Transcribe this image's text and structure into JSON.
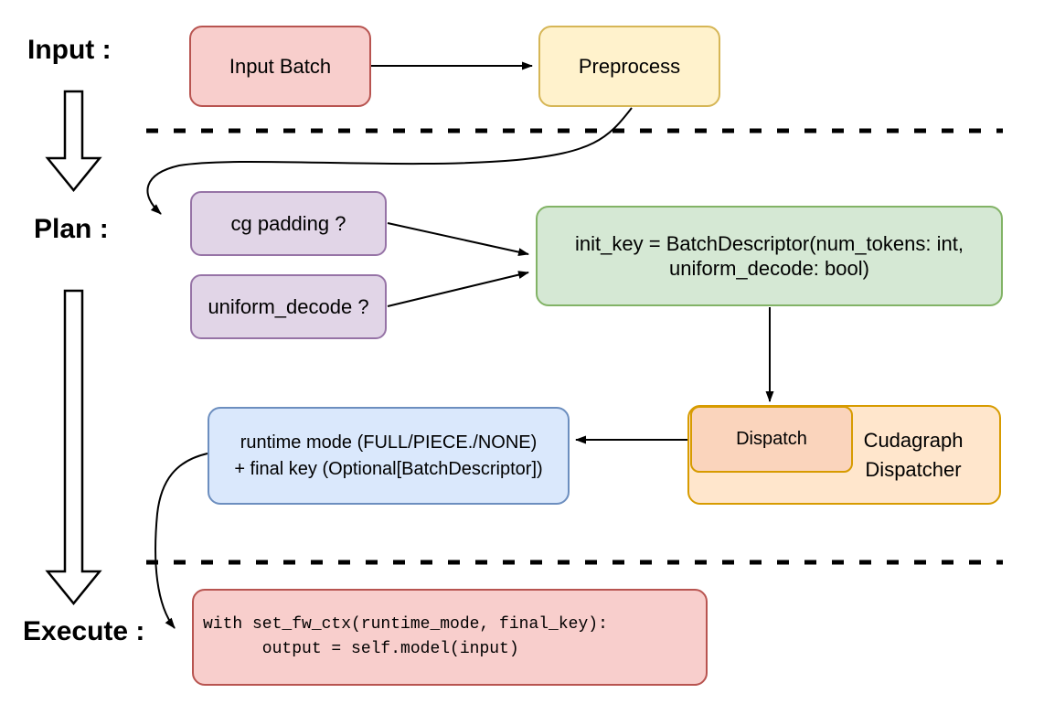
{
  "labels": {
    "input": "Input :",
    "plan": "Plan :",
    "execute": "Execute :"
  },
  "nodes": {
    "input_batch": {
      "label": "Input Batch",
      "fill": "#F8CECC",
      "stroke": "#B85450"
    },
    "preprocess": {
      "label": "Preprocess",
      "fill": "#FFF2CC",
      "stroke": "#D6B656"
    },
    "cg_padding": {
      "label": "cg padding ?",
      "fill": "#E1D5E7",
      "stroke": "#9673A6"
    },
    "uniform_decode": {
      "label": "uniform_decode ?",
      "fill": "#E1D5E7",
      "stroke": "#9673A6"
    },
    "init_key": {
      "line1": "init_key = BatchDescriptor(num_tokens: int,",
      "line2": "uniform_decode: bool)",
      "fill": "#D5E8D4",
      "stroke": "#82B366"
    },
    "dispatch": {
      "label": "Dispatch",
      "fill": "#FAD4BC",
      "stroke": "#D79B00"
    },
    "cudagraph_dispatcher": {
      "line1": "Cudagraph",
      "line2": "Dispatcher",
      "fill": "#FFE6CC",
      "stroke": "#D79B00"
    },
    "runtime_result": {
      "line1": "runtime mode (FULL/PIECE./NONE)",
      "line2": "+ final key (Optional[BatchDescriptor])",
      "fill": "#DAE8FC",
      "stroke": "#6C8EBF"
    },
    "execute_code": {
      "line1": "with set_fw_ctx(runtime_mode, final_key):",
      "line2": "      output = self.model(input)",
      "fill": "#F8CECC",
      "stroke": "#B85450"
    }
  },
  "edges": [
    {
      "from": "input_batch",
      "to": "preprocess"
    },
    {
      "from": "preprocess",
      "to": "cg_padding"
    },
    {
      "from": "cg_padding",
      "to": "init_key"
    },
    {
      "from": "uniform_decode",
      "to": "init_key"
    },
    {
      "from": "init_key",
      "to": "dispatch"
    },
    {
      "from": "dispatch",
      "to": "runtime_result"
    },
    {
      "from": "runtime_result",
      "to": "execute_code"
    },
    {
      "from": "input_section",
      "to": "plan_section"
    },
    {
      "from": "plan_section",
      "to": "execute_section"
    }
  ],
  "colors": {
    "connector": "#000000",
    "divider": "#000000",
    "text": "#000000",
    "background": "#FFFFFF"
  }
}
